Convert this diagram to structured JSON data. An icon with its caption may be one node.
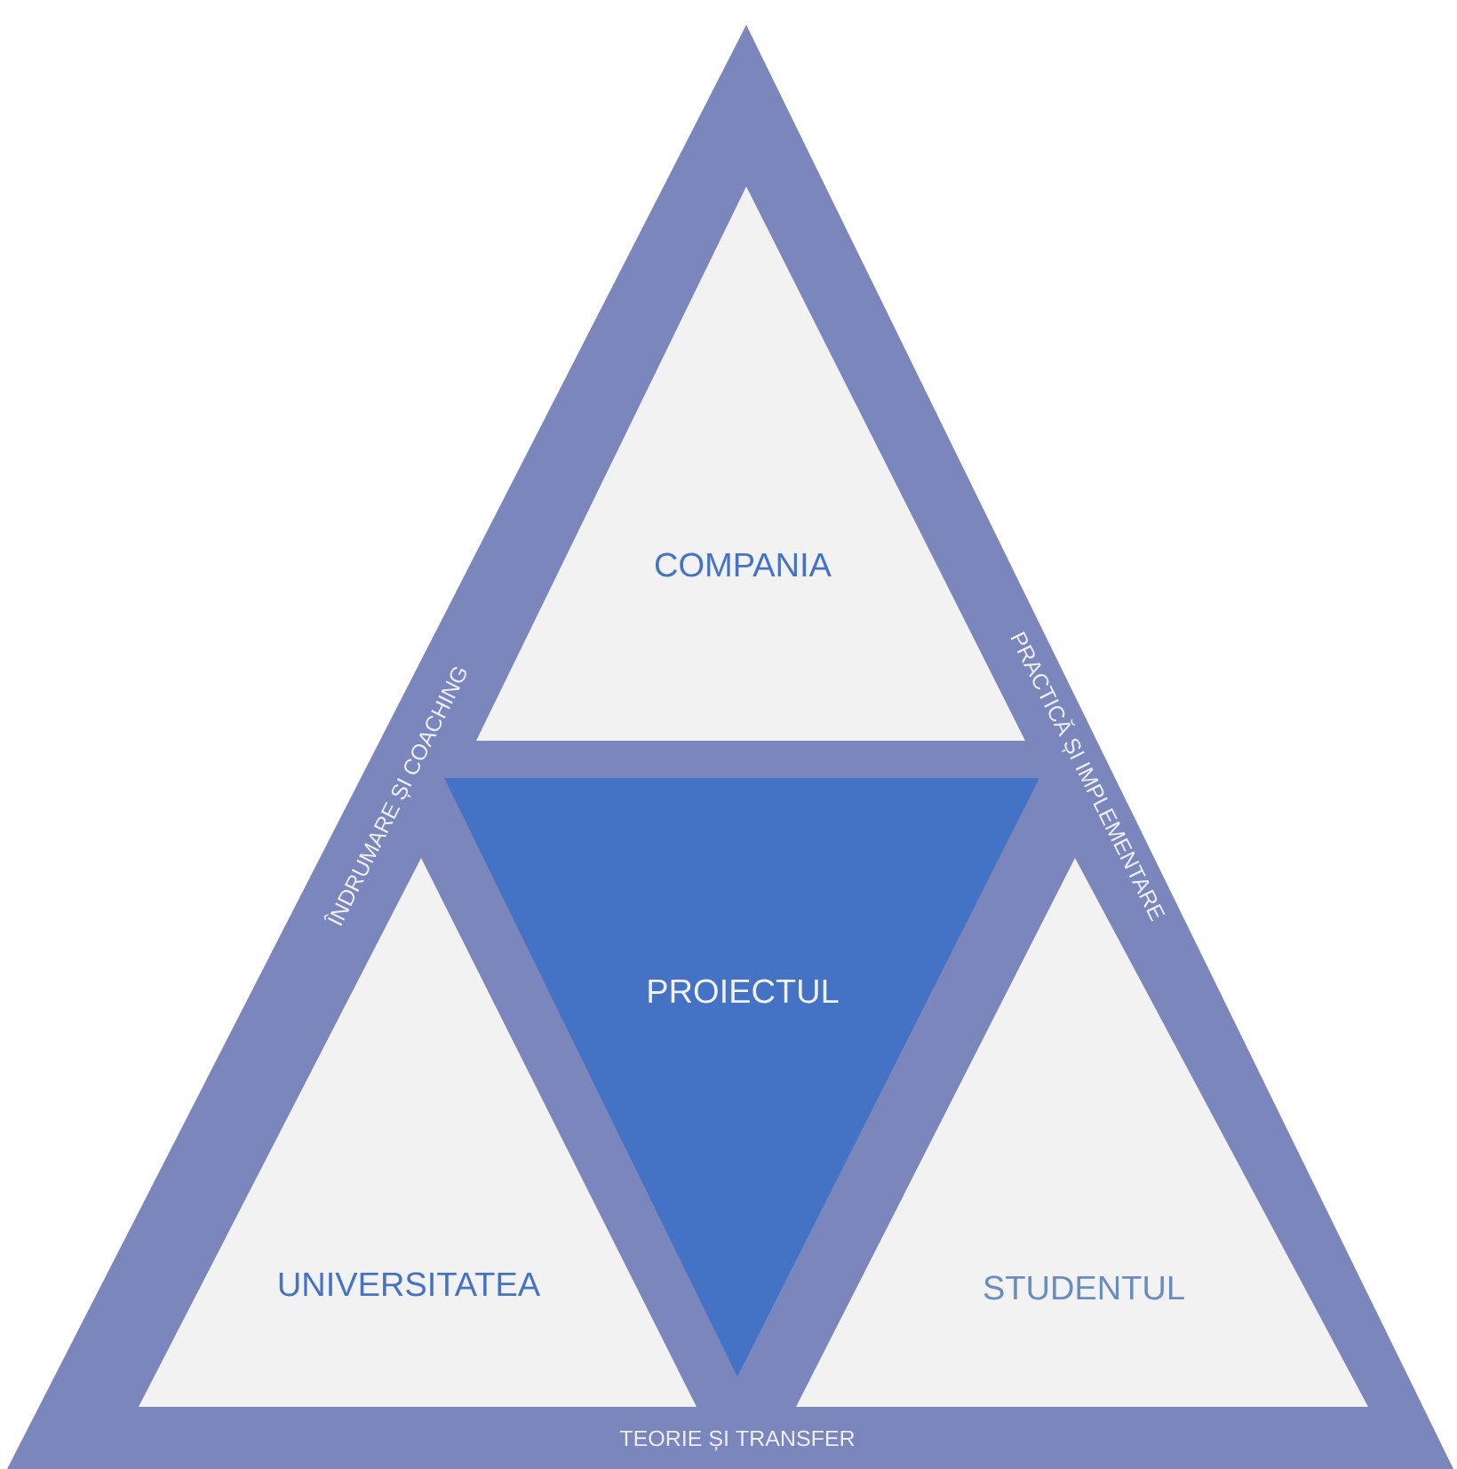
{
  "diagram": {
    "nodes": [
      {
        "text": [
          "ÎNDRUMARE ȘI COACHING",
          "PRACTICĂ ȘI IMPLEMENTARE",
          "TEORIE ȘI TRANSFER"
        ]
      },
      {
        "text": [
          "COMPANIA"
        ],
        "in": 0
      },
      {
        "text": [
          "PROIECTUL"
        ],
        "in": 0
      },
      {
        "text": [
          "UNIVERSITATEA"
        ],
        "in": 0
      },
      {
        "text": [
          "STUDENTUL"
        ],
        "in": 0
      }
    ]
  }
}
